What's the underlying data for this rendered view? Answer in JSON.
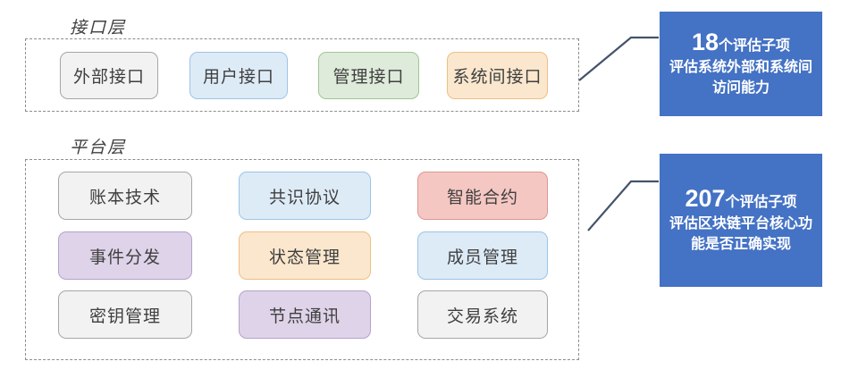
{
  "palette": {
    "accent": {
      "fill": "#4472C4",
      "border": "#4472C4"
    },
    "gray": {
      "fill": "#F2F2F2",
      "border": "#A6A6A6"
    },
    "blue": {
      "fill": "#DDEBF7",
      "border": "#9DC3E6"
    },
    "green": {
      "fill": "#DEEADA",
      "border": "#A0C693"
    },
    "orange": {
      "fill": "#FBE7CD",
      "border": "#EDBF85"
    },
    "red": {
      "fill": "#F5C7C2",
      "border": "#DB9793"
    },
    "purple": {
      "fill": "#DED3E9",
      "border": "#B4A3C9"
    }
  },
  "connector": {
    "color": "#44546A"
  },
  "layers": {
    "interface": {
      "label": "接口层",
      "boxes": [
        {
          "label": "外部接口",
          "color": "gray"
        },
        {
          "label": "用户接口",
          "color": "blue"
        },
        {
          "label": "管理接口",
          "color": "green"
        },
        {
          "label": "系统间接口",
          "color": "orange"
        }
      ]
    },
    "platform": {
      "label": "平台层",
      "boxes": [
        {
          "label": "账本技术",
          "color": "gray"
        },
        {
          "label": "共识协议",
          "color": "blue"
        },
        {
          "label": "智能合约",
          "color": "red"
        },
        {
          "label": "事件分发",
          "color": "purple"
        },
        {
          "label": "状态管理",
          "color": "orange"
        },
        {
          "label": "成员管理",
          "color": "blue"
        },
        {
          "label": "密钥管理",
          "color": "gray"
        },
        {
          "label": "节点通讯",
          "color": "purple"
        },
        {
          "label": "交易系统",
          "color": "gray"
        }
      ]
    }
  },
  "callouts": [
    {
      "number": "18",
      "unit": "个评估子项",
      "desc": "评估系统外部和系统间\n访问能力"
    },
    {
      "number": "207",
      "unit": "个评估子项",
      "desc": "评估区块链平台核心功\n能是否正确实现"
    }
  ]
}
